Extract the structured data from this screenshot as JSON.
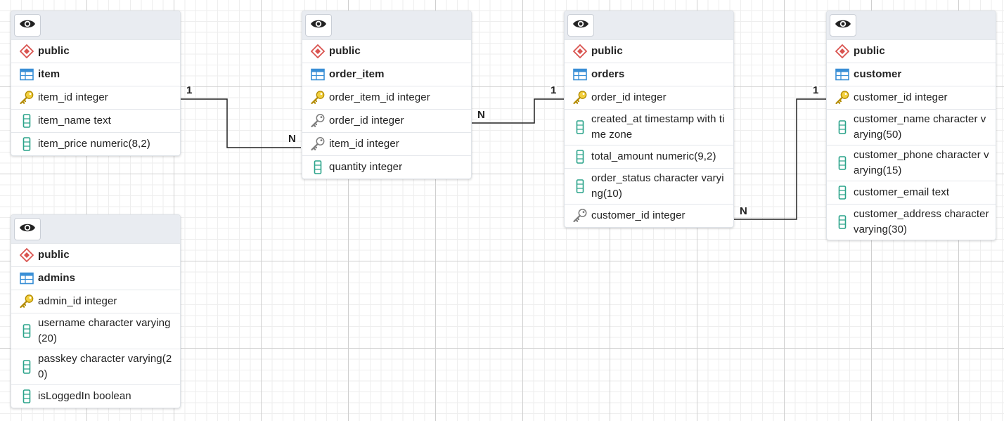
{
  "colors": {
    "schema_icon": "#d9534f",
    "table_icon": "#3a8fd6",
    "primary_key": "#e1b400",
    "foreign_key": "#8a8a8a",
    "column_icon": "#2aa38a",
    "edge": "#222222"
  },
  "tables": [
    {
      "id": "item",
      "schema": "public",
      "name": "item",
      "columns": [
        {
          "text": "item_id integer",
          "icon": "primary-key-icon"
        },
        {
          "text": "item_name text",
          "icon": "column-icon"
        },
        {
          "text": "item_price numeric(8,2)",
          "icon": "column-icon"
        }
      ]
    },
    {
      "id": "order_item",
      "schema": "public",
      "name": "order_item",
      "columns": [
        {
          "text": "order_item_id integer",
          "icon": "primary-key-icon"
        },
        {
          "text": "order_id integer",
          "icon": "foreign-key-icon"
        },
        {
          "text": "item_id integer",
          "icon": "foreign-key-icon"
        },
        {
          "text": "quantity integer",
          "icon": "column-icon"
        }
      ]
    },
    {
      "id": "orders",
      "schema": "public",
      "name": "orders",
      "columns": [
        {
          "text": "order_id integer",
          "icon": "primary-key-icon"
        },
        {
          "text": "created_at timestamp with time zone",
          "icon": "column-icon"
        },
        {
          "text": "total_amount numeric(9,2)",
          "icon": "column-icon"
        },
        {
          "text": "order_status character varying(10)",
          "icon": "column-icon"
        },
        {
          "text": "customer_id integer",
          "icon": "foreign-key-icon"
        }
      ]
    },
    {
      "id": "customer",
      "schema": "public",
      "name": "customer",
      "columns": [
        {
          "text": "customer_id integer",
          "icon": "primary-key-icon"
        },
        {
          "text": "customer_name character varying(50)",
          "icon": "column-icon"
        },
        {
          "text": "customer_phone character varying(15)",
          "icon": "column-icon"
        },
        {
          "text": "customer_email text",
          "icon": "column-icon"
        },
        {
          "text": "customer_address character varying(30)",
          "icon": "column-icon"
        }
      ]
    },
    {
      "id": "admins",
      "schema": "public",
      "name": "admins",
      "columns": [
        {
          "text": "admin_id integer",
          "icon": "primary-key-icon"
        },
        {
          "text": "username character varying(20)",
          "icon": "column-icon"
        },
        {
          "text": "passkey character varying(20)",
          "icon": "column-icon"
        },
        {
          "text": "isLoggedIn boolean",
          "icon": "column-icon"
        }
      ]
    }
  ],
  "relationships": [
    {
      "from": "item",
      "to": "order_item",
      "from_card": "1",
      "to_card": "N"
    },
    {
      "from": "orders",
      "to": "order_item",
      "from_card": "1",
      "to_card": "N"
    },
    {
      "from": "customer",
      "to": "orders",
      "from_card": "1",
      "to_card": "N"
    }
  ]
}
